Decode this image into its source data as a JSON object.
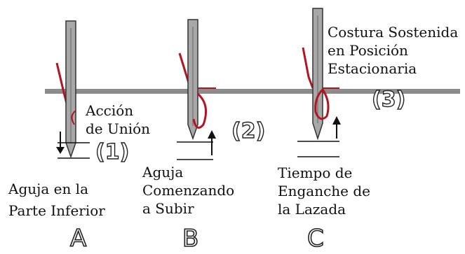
{
  "colors": {
    "needle_fill": "#a8a8a8",
    "needle_outline": "#333333",
    "thread": "#b5141e",
    "plate": "#8c8c8c",
    "text": "#111111"
  },
  "panels": {
    "a": {
      "letter": "A",
      "number": "(1)",
      "caption_lines": [
        "Aguja en la",
        "Parte Inferior"
      ],
      "note_lines": [
        "Acción",
        "de Unión"
      ]
    },
    "b": {
      "letter": "B",
      "number": "(2)",
      "caption_lines": [
        "Aguja",
        "Comenzando",
        "a Subir"
      ]
    },
    "c": {
      "letter": "C",
      "number": "(3)",
      "caption_lines": [
        "Tiempo de",
        "Enganche de",
        "la Lazada"
      ],
      "note_lines": [
        "Costura Sostenida",
        "en Posición",
        "Estacionaria"
      ]
    }
  }
}
